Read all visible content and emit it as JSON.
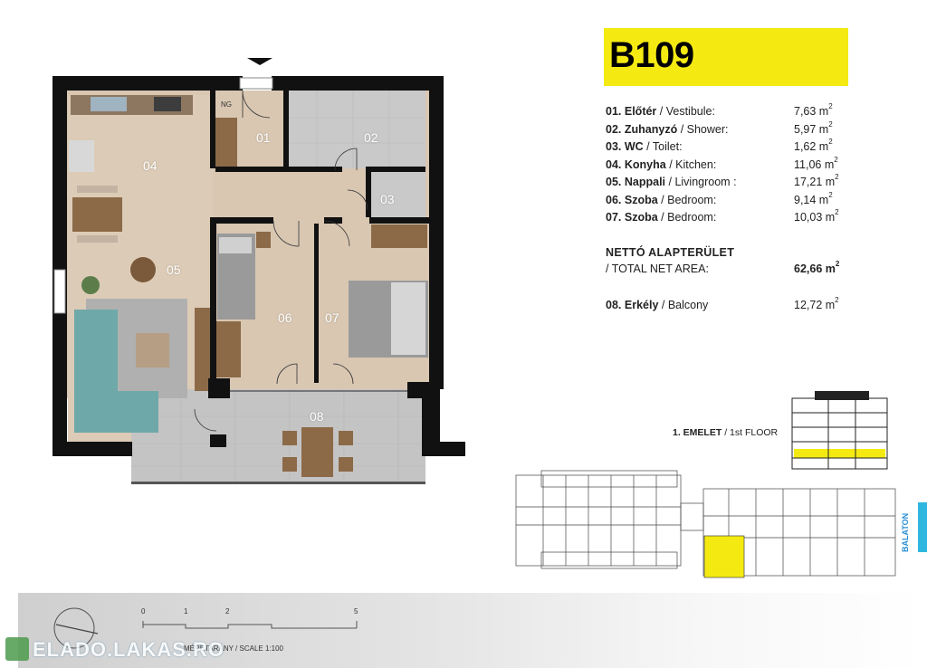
{
  "apartment": {
    "code": "B109"
  },
  "rooms": [
    {
      "num": "01.",
      "name_hu": "Előtér",
      "name_en": "Vestibule:",
      "area": "7,63 m",
      "unit_exp": "2"
    },
    {
      "num": "02.",
      "name_hu": "Zuhanyzó",
      "name_en": "Shower:",
      "area": "5,97 m",
      "unit_exp": "2"
    },
    {
      "num": "03.",
      "name_hu": "WC",
      "name_en": "Toilet:",
      "area": "1,62 m",
      "unit_exp": "2"
    },
    {
      "num": "04.",
      "name_hu": "Konyha",
      "name_en": "Kitchen:",
      "area": "11,06 m",
      "unit_exp": "2"
    },
    {
      "num": "05.",
      "name_hu": "Nappali",
      "name_en": "Livingroom :",
      "area": "17,21 m",
      "unit_exp": "2"
    },
    {
      "num": "06.",
      "name_hu": "Szoba",
      "name_en": "Bedroom:",
      "area": "9,14 m",
      "unit_exp": "2"
    },
    {
      "num": "07.",
      "name_hu": "Szoba",
      "name_en": "Bedroom:",
      "area": "10,03 m",
      "unit_exp": "2"
    }
  ],
  "net_area": {
    "label_hu": "NETTÓ ALAPTERÜLET",
    "label_en": "/ TOTAL NET AREA:",
    "value": "62,66 m",
    "unit_exp": "2"
  },
  "balcony": {
    "num": "08.",
    "name_hu": "Erkély",
    "name_en": "Balcony",
    "area": "12,72 m",
    "unit_exp": "2"
  },
  "floor": {
    "label_hu": "1. EMELET",
    "label_en": "/ 1st FLOOR"
  },
  "plan_labels": {
    "r01": "01",
    "r02": "02",
    "r03": "03",
    "r04": "04",
    "r05": "05",
    "r06": "06",
    "r07": "07",
    "r08": "08",
    "ng": "NG"
  },
  "site_plan": {
    "direction_label": "BALATON"
  },
  "scale": {
    "ticks": [
      "0",
      "1",
      "2",
      "5"
    ],
    "label": "MÉRETARÁNY / SCALE 1:100"
  },
  "watermark": "ELADO.LAKAS.RO",
  "colors": {
    "title_bg": "#f4ea12",
    "highlight": "#f4ea12",
    "wall": "#111111",
    "floor_wood": "#d9c7b2",
    "tile": "#c8c8c8",
    "sofa": "#6fa8a8",
    "balaton_arrow": "#2fb7e0"
  }
}
